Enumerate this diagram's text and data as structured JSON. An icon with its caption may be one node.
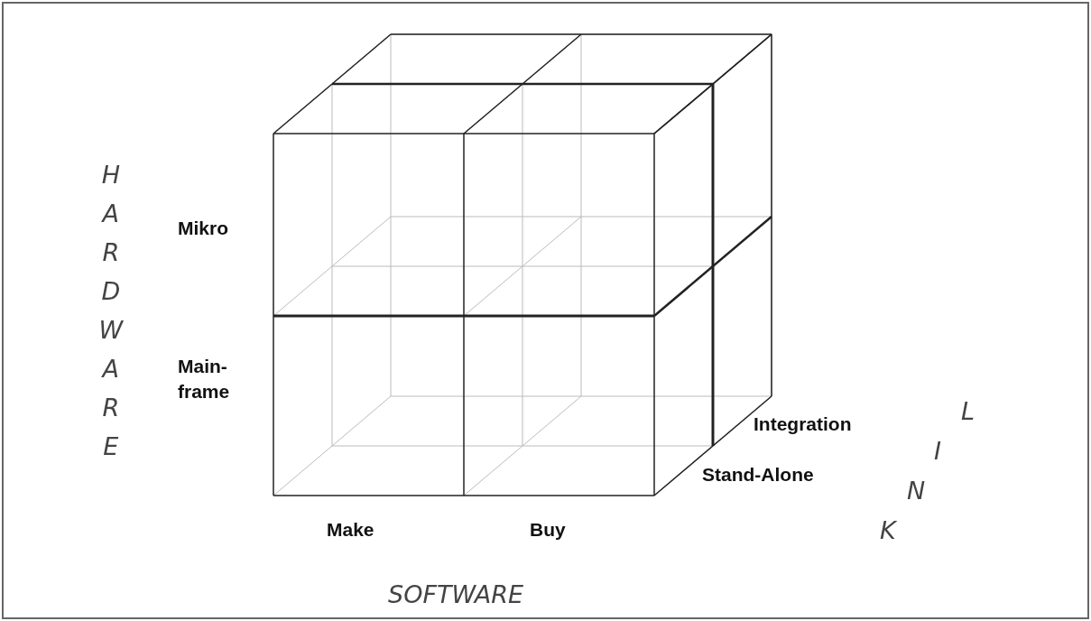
{
  "diagram": {
    "labels": [
      "HARDWARE",
      "Mikro",
      "Main- frame",
      "Make",
      "Buy",
      "SOFTWARE",
      "Integration",
      "Stand-Alone",
      "LINK"
    ]
  }
}
